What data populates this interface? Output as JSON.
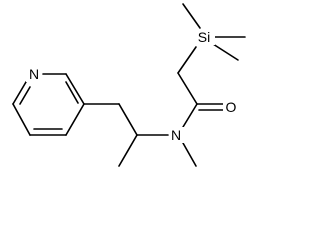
{
  "atoms": {
    "N_ring": "N",
    "N_amide": "N",
    "O": "O",
    "Si": "Si"
  },
  "colors": {
    "ink": "#000000",
    "background": "#ffffff"
  }
}
